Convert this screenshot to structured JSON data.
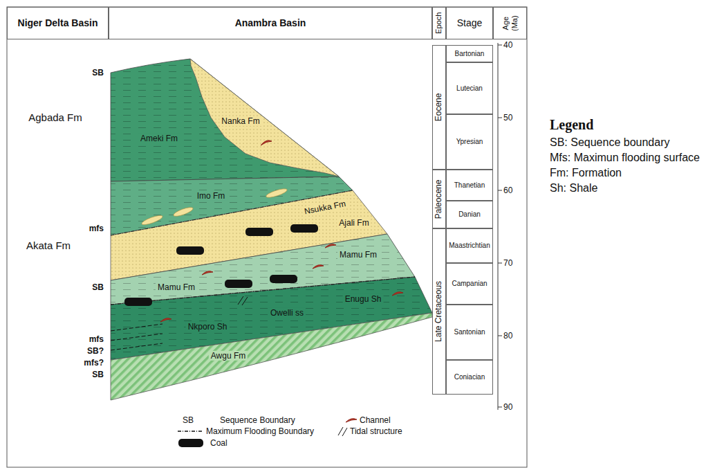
{
  "diagram": {
    "nodes": [
      {
        "text": [
          "Niger Delta Basin"
        ]
      },
      {
        "text": [
          "Anambra Basin"
        ]
      },
      {
        "text": [
          "Epoch"
        ]
      },
      {
        "text": [
          "Stage"
        ]
      },
      {
        "text": [
          "Age (Ma)"
        ]
      },
      {
        "text": [
          "Eocene"
        ]
      },
      {
        "text": [
          "Paleocene"
        ]
      },
      {
        "text": [
          "Late Cretaceous"
        ]
      },
      {
        "text": [
          "Bartonian"
        ]
      },
      {
        "text": [
          "Lutecian"
        ]
      },
      {
        "text": [
          "Ypresian"
        ]
      },
      {
        "text": [
          "Thanetian"
        ]
      },
      {
        "text": [
          "Danian"
        ]
      },
      {
        "text": [
          "Maastrichtian"
        ]
      },
      {
        "text": [
          "Campanian"
        ]
      },
      {
        "text": [
          "Santonian"
        ]
      },
      {
        "text": [
          "Coniacian"
        ]
      }
    ],
    "labels": [
      "SB",
      "Agbada Fm",
      "mfs",
      "Akata Fm",
      "SB",
      "mfs",
      "SB?",
      "mfs?",
      "SB",
      "Nanka Fm",
      "Ameki Fm",
      "Imo Fm",
      "Nsukka Fm",
      "Ajali Fm",
      "Mamu Fm",
      "Mamu Fm",
      "Owelli ss",
      "Enugu Sh",
      "Nkporo Sh",
      "Awgu Fm",
      "40",
      "50",
      "60",
      "70",
      "80",
      "90",
      "SB",
      "Legend",
      "SB: Sequence boundary",
      "Mfs: Maximun flooding surface",
      "Fm: Formation",
      "Sh: Shale"
    ],
    "legend": [
      {
        "text": "Sequence Boundary"
      },
      {
        "text": "Maximum Flooding Boundary"
      },
      {
        "text": "Coal"
      },
      {
        "text": "Channel"
      },
      {
        "text": "Tidal structure"
      }
    ]
  }
}
